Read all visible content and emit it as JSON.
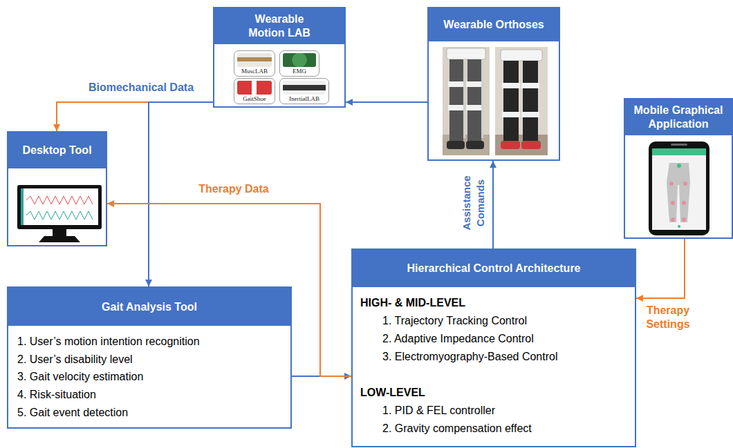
{
  "diagram": {
    "nodes": [
      {
        "text": [
          "Wearable Motion LAB"
        ]
      },
      {
        "text": [
          "MuscLAB"
        ],
        "in": 0
      },
      {
        "text": [
          "EMG"
        ],
        "in": 0
      },
      {
        "text": [
          "GaitShoe"
        ],
        "in": 0
      },
      {
        "text": [
          "InertialLAB"
        ],
        "in": 0
      },
      {
        "text": [
          "Wearable Orthoses"
        ]
      },
      {
        "text": [
          "Mobile Graphical Application"
        ]
      },
      {
        "text": [
          "Desktop Tool"
        ]
      },
      {
        "text": [
          "Hierarchical Control Architecture",
          "HIGH- & MID-LEVEL",
          "1. Trajectory Tracking Control",
          "2. Adaptive Impedance Control",
          "3. Electromyography-Based Control",
          "LOW-LEVEL",
          "1. PID & FEL controller",
          "2. Gravity compensation effect"
        ]
      },
      {
        "text": [
          "Gait Analysis Tool",
          "1. User’s motion intention recognition",
          "2. User’s disability level",
          "3. Gait velocity estimation",
          "4. Risk-situation",
          "5. Gait event detection"
        ]
      }
    ],
    "edges": [
      {
        "from": 5,
        "to": 0,
        "arrow": "to"
      },
      {
        "from": 0,
        "to": 7,
        "arrow": "to"
      },
      {
        "from": 0,
        "to": 9,
        "label": "Biomechanical Data",
        "arrow": "to"
      },
      {
        "from": 9,
        "to": 8,
        "arrow": "to"
      },
      {
        "from": 8,
        "to": 7,
        "label": "Therapy Data",
        "arrow": "to"
      },
      {
        "from": 8,
        "to": 5,
        "label": "Assistance Comands",
        "arrow": "to"
      },
      {
        "from": 6,
        "to": 8,
        "label": "Therapy Settings",
        "arrow": "to"
      }
    ]
  }
}
